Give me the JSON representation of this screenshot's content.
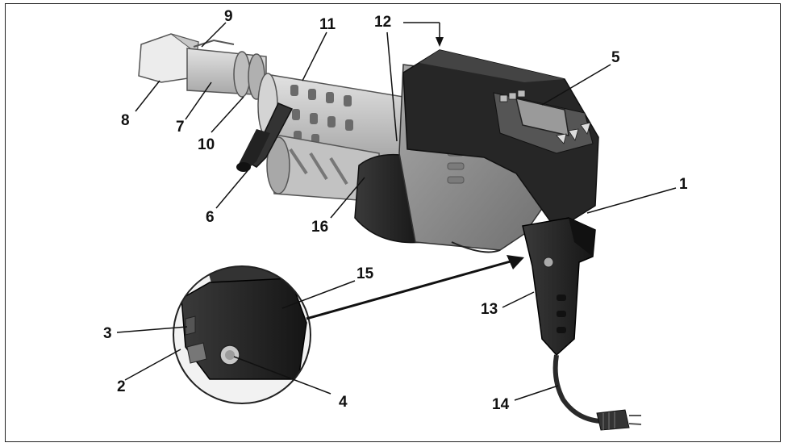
{
  "callouts": {
    "c1": "1",
    "c2": "2",
    "c3": "3",
    "c4": "4",
    "c5": "5",
    "c6": "6",
    "c7": "7",
    "c8": "8",
    "c9": "9",
    "c10": "10",
    "c11": "11",
    "c12": "12",
    "c13": "13",
    "c14": "14",
    "c15": "15",
    "c16": "16"
  },
  "colors": {
    "frame": "#222222",
    "housing_dark": "#2b2b2b",
    "housing_gray": "#8e8e8e",
    "nozzle_light": "#c9c9c9",
    "handle_dark": "#262626"
  }
}
